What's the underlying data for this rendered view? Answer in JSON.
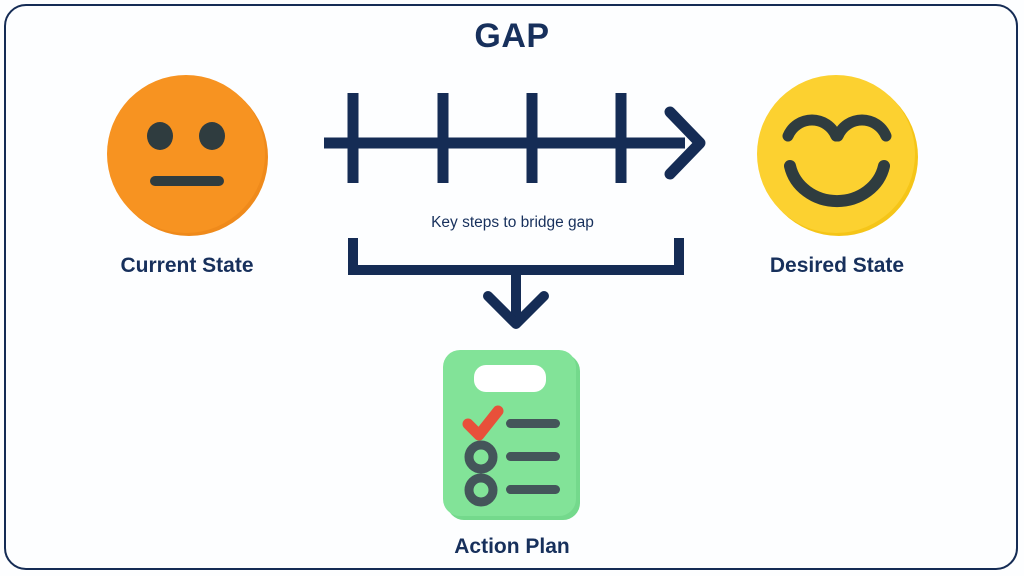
{
  "diagram": {
    "title": "GAP",
    "colors": {
      "navy": "#152c55",
      "title_navy": "#17305c",
      "current_face": "#f79321",
      "current_face_shadow": "#ef8a1b",
      "desired_face": "#fcd130",
      "desired_face_shadow": "#f5c518",
      "face_features": "#2f3c3f",
      "clipboard_green": "#82e398",
      "clipboard_green_shadow": "#74d98c",
      "clipboard_clip": "#ffffff",
      "check_red": "#e8503a",
      "list_line": "#44555a",
      "background": "#fdfeff"
    },
    "left": {
      "icon": "neutral-face-icon",
      "label": "Current State"
    },
    "right": {
      "icon": "happy-face-icon",
      "label": "Desired State"
    },
    "middle": {
      "icon": "right-arrow-with-steps-icon",
      "caption": "Key steps to bridge gap",
      "step_count": 4,
      "bracket_icon": "bracket-down-arrow-icon"
    },
    "bottom": {
      "icon": "clipboard-checklist-icon",
      "label": "Action Plan",
      "checklist": [
        {
          "marker": "check",
          "text": ""
        },
        {
          "marker": "circle",
          "text": ""
        },
        {
          "marker": "circle",
          "text": ""
        }
      ]
    }
  }
}
